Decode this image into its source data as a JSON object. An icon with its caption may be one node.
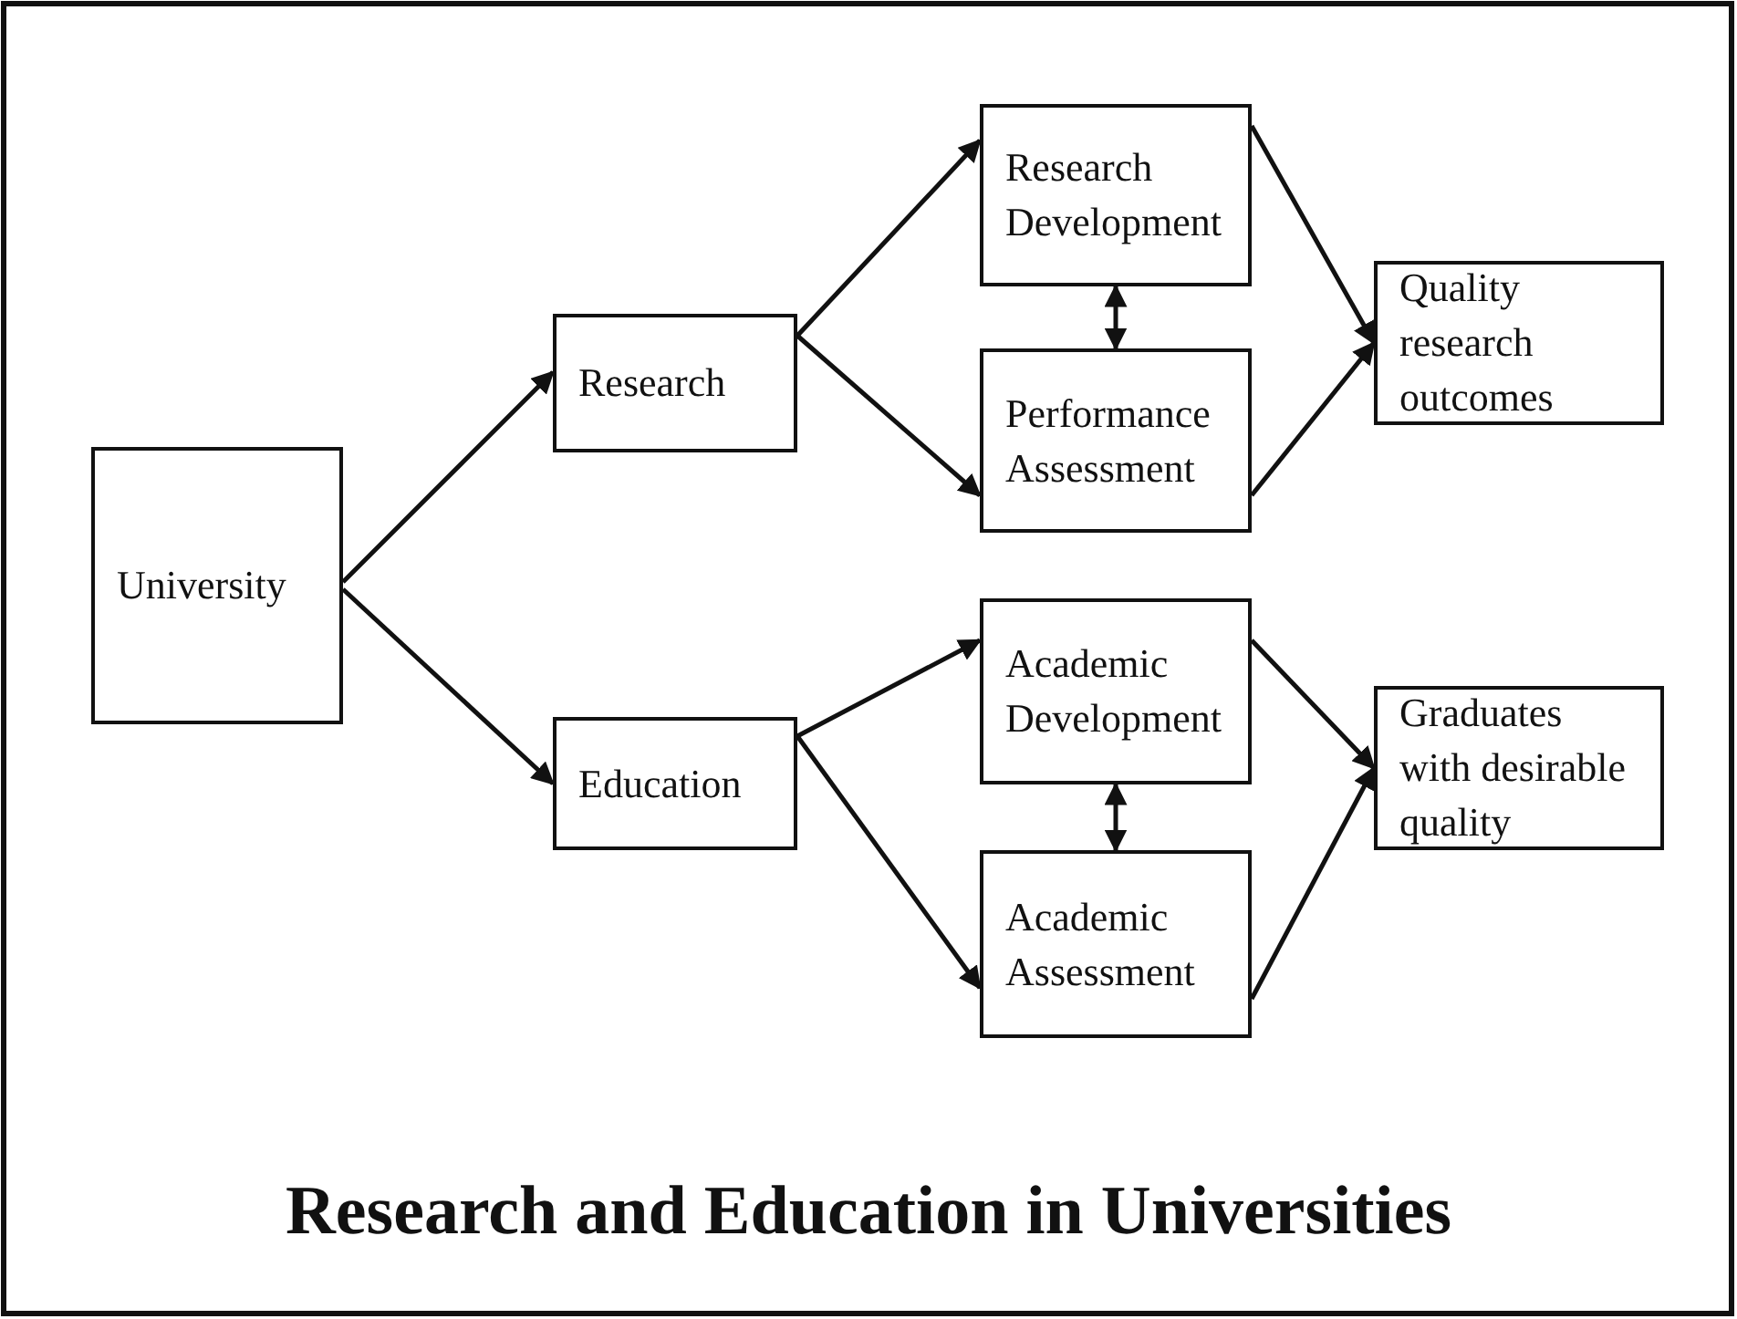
{
  "diagram": {
    "title": "Research and Education in Universities",
    "nodes": [
      {
        "text": [
          "University"
        ]
      },
      {
        "text": [
          "Research"
        ]
      },
      {
        "text": [
          "Education"
        ]
      },
      {
        "text": [
          "Research Development"
        ]
      },
      {
        "text": [
          "Performance Assessment"
        ]
      },
      {
        "text": [
          "Quality research outcomes"
        ]
      },
      {
        "text": [
          "Academic Development"
        ]
      },
      {
        "text": [
          "Academic Assessment"
        ]
      },
      {
        "text": [
          "Graduates with desirable quality"
        ]
      }
    ],
    "edges": [
      {
        "from": 0,
        "to": 1,
        "arrow": "to"
      },
      {
        "from": 0,
        "to": 2,
        "arrow": "to"
      },
      {
        "from": 1,
        "to": 3,
        "arrow": "to"
      },
      {
        "from": 1,
        "to": 4,
        "arrow": "to"
      },
      {
        "from": 3,
        "to": 4,
        "arrow": "both"
      },
      {
        "from": 3,
        "to": 5,
        "arrow": "to"
      },
      {
        "from": 4,
        "to": 5,
        "arrow": "to"
      },
      {
        "from": 2,
        "to": 6,
        "arrow": "to"
      },
      {
        "from": 2,
        "to": 7,
        "arrow": "to"
      },
      {
        "from": 6,
        "to": 7,
        "arrow": "both"
      },
      {
        "from": 6,
        "to": 8,
        "arrow": "to"
      },
      {
        "from": 7,
        "to": 8,
        "arrow": "to"
      }
    ]
  }
}
